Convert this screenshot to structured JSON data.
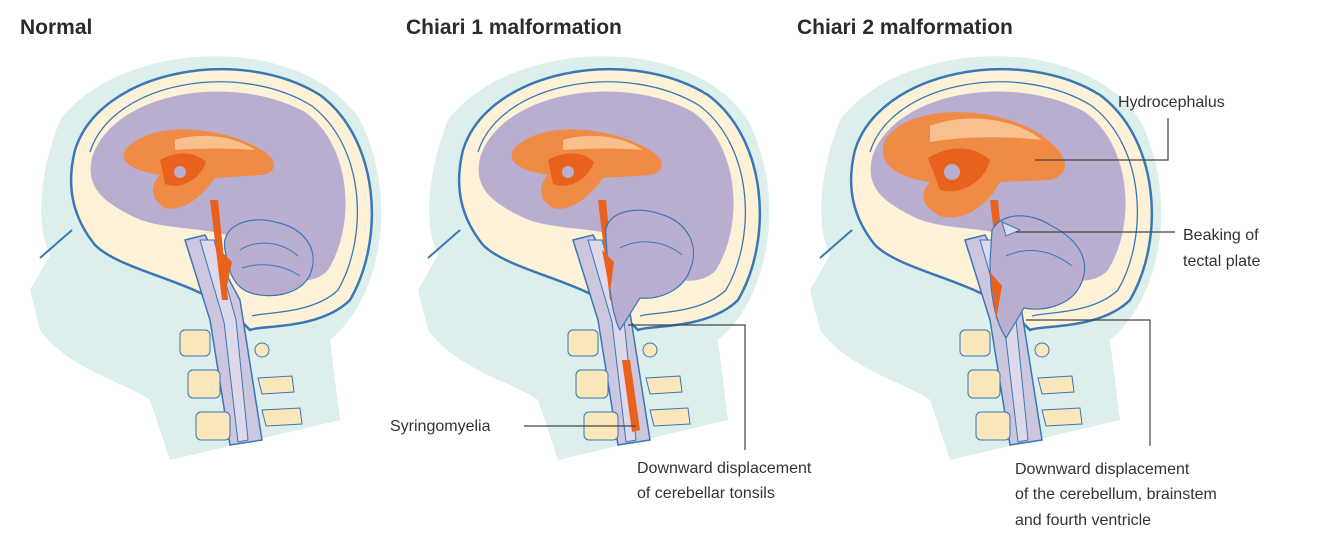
{
  "panels": [
    {
      "title": "Normal"
    },
    {
      "title": "Chiari 1 malformation"
    },
    {
      "title": "Chiari 2 malformation"
    }
  ],
  "callouts": {
    "syringomyelia": "Syringomyelia",
    "tonsils_line1": "Downward displacement",
    "tonsils_line2": "of cerebellar tonsils",
    "hydrocephalus": "Hydrocephalus",
    "beaking_line1": "Beaking of",
    "beaking_line2": "tectal plate",
    "cerebellum_line1": "Downward displacement",
    "cerebellum_line2": "of the cerebellum, brainstem",
    "cerebellum_line3": "and fourth ventricle"
  },
  "colors": {
    "skin": "#dcefec",
    "skull": "#fdf2d7",
    "outline": "#3a78b5",
    "brain": "#b9aed0",
    "ventricle": "#f08b46",
    "csf_dark": "#e8621e",
    "cord": "#ddd8ea",
    "vertebra": "#fbe7bc"
  }
}
